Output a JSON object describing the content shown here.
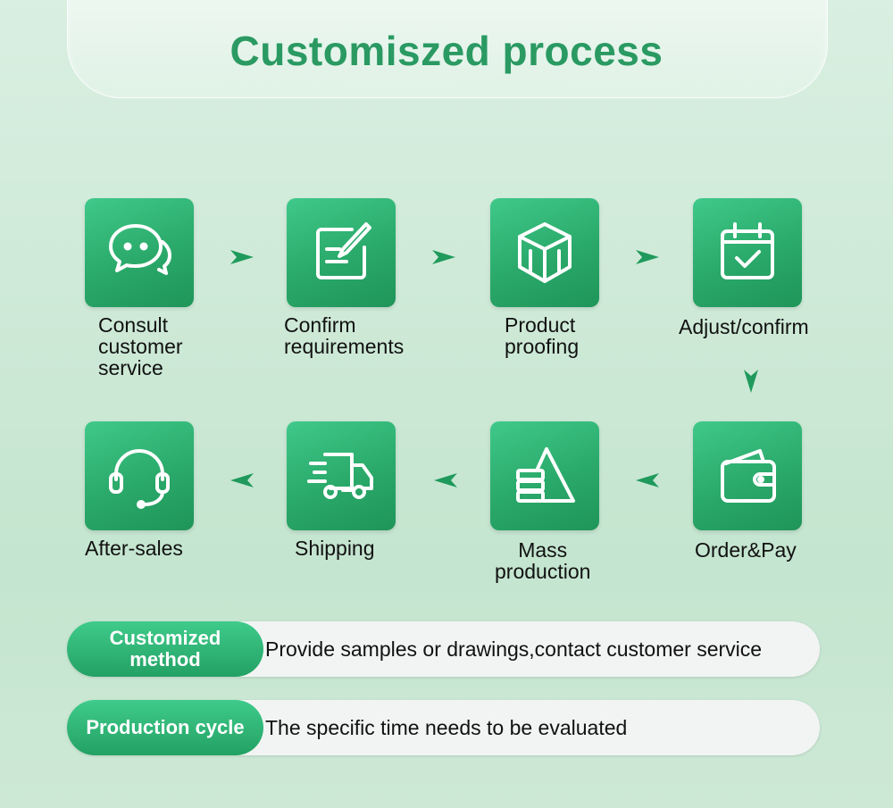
{
  "title": "Customiszed process",
  "steps": [
    {
      "label": "Consult\ncustomer\nservice",
      "icon": "chat-bubbles-icon"
    },
    {
      "label": "Confirm\nrequirements",
      "icon": "edit-document-icon"
    },
    {
      "label": "Product\nproofing",
      "icon": "cube-box-icon"
    },
    {
      "label": "Adjust/confirm",
      "icon": "calendar-check-icon"
    },
    {
      "label": "Order&Pay",
      "icon": "wallet-icon"
    },
    {
      "label": "Mass\nproduction",
      "icon": "production-stack-icon"
    },
    {
      "label": "Shipping",
      "icon": "delivery-truck-icon"
    },
    {
      "label": "After-sales",
      "icon": "headset-icon"
    }
  ],
  "info": [
    {
      "tag": "Customized\nmethod",
      "text": "Provide samples or drawings,contact customer service"
    },
    {
      "tag": "Production cycle",
      "text": "The specific time needs to be evaluated"
    }
  ],
  "colors": {
    "accent": "#2aa96a",
    "title": "#2a9a62",
    "arrow": "#1f9a5c"
  }
}
